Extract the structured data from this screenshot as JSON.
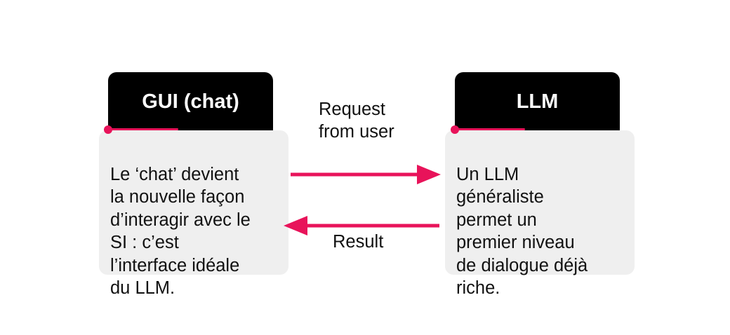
{
  "colors": {
    "accent": "#e8135a",
    "header_bg": "#000000",
    "header_text": "#ffffff",
    "box_bg": "#efefef",
    "text": "#111111"
  },
  "left_box": {
    "title": "GUI (chat)",
    "body": "Le ‘chat’ devient\nla nouvelle façon\nd’interagir avec le\nSI : c’est\nl’interface idéale\ndu LLM."
  },
  "right_box": {
    "title": "LLM",
    "body": "Un LLM\ngénéraliste\npermet un\npremier niveau\nde dialogue déjà\nriche."
  },
  "arrows": {
    "request_label": "Request\nfrom user",
    "result_label": "Result"
  }
}
